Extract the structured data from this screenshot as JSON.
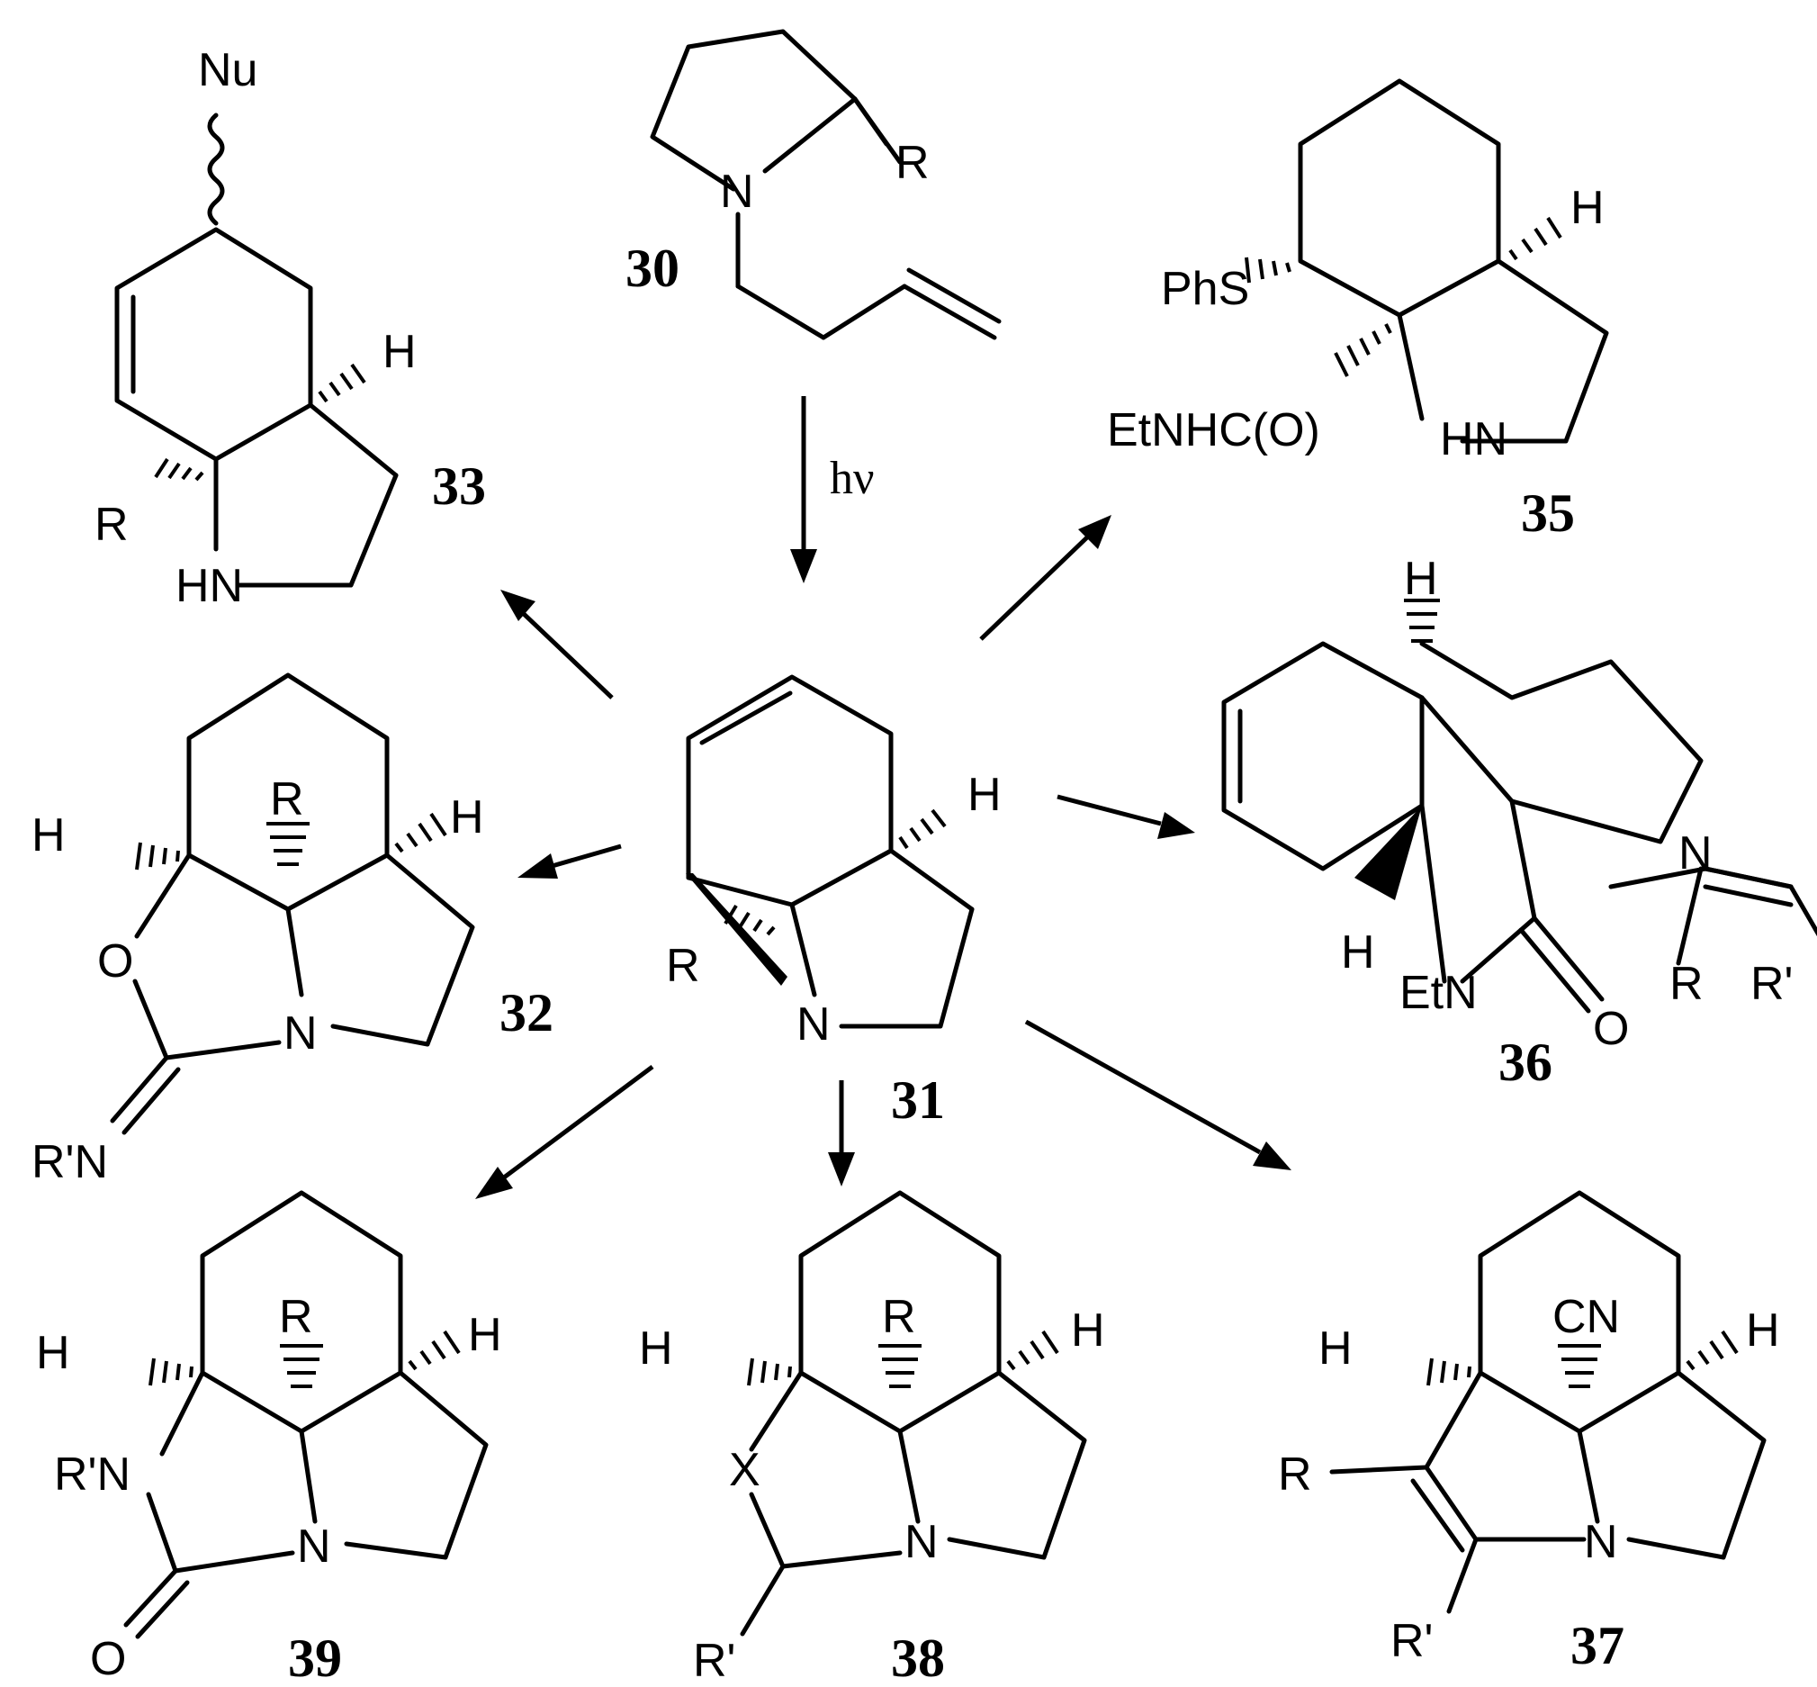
{
  "compounds": {
    "c30": {
      "number": "30",
      "atoms": {
        "n": "N",
        "r": "R"
      }
    },
    "c31": {
      "number": "31",
      "atoms": {
        "h": "H",
        "r": "R",
        "n": "N"
      }
    },
    "c32": {
      "number": "32",
      "atoms": {
        "h1": "H",
        "r": "R",
        "h2": "H",
        "o": "O",
        "n": "N",
        "rn": "R'N"
      }
    },
    "c33": {
      "number": "33",
      "atoms": {
        "nu": "Nu",
        "h": "H",
        "r": "R",
        "hn": "HN"
      }
    },
    "c35": {
      "number": "35",
      "atoms": {
        "h": "H",
        "phs": "PhS",
        "amide": "EtNHC(O)",
        "hn": "HN"
      }
    },
    "c36": {
      "number": "36",
      "atoms": {
        "h1": "H",
        "n": "N",
        "h2": "H",
        "etn": "EtN",
        "o": "O",
        "r": "R",
        "r2": "R'"
      }
    },
    "c37": {
      "number": "37",
      "atoms": {
        "cn": "CN",
        "h1": "H",
        "h2": "H",
        "r": "R",
        "n": "N",
        "r2": "R'"
      }
    },
    "c38": {
      "number": "38",
      "atoms": {
        "r": "R",
        "h1": "H",
        "h2": "H",
        "x": "X",
        "n": "N",
        "r2": "R'"
      }
    },
    "c39": {
      "number": "39",
      "atoms": {
        "r": "R",
        "h1": "H",
        "h2": "H",
        "rn": "R'N",
        "n": "N",
        "o": "O"
      }
    }
  },
  "conditions": {
    "hv": "hν"
  }
}
